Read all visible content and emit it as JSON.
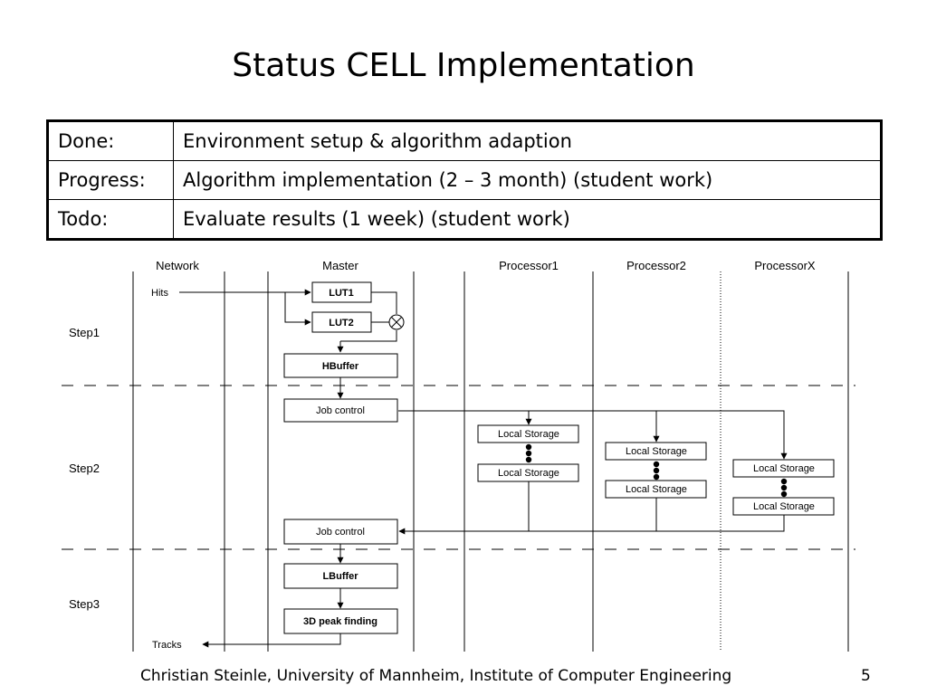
{
  "title": "Status CELL Implementation",
  "status_table": {
    "rows": [
      {
        "label": "Done:",
        "value": "Environment setup & algorithm adaption"
      },
      {
        "label": "Progress:",
        "value": "Algorithm implementation (2 – 3 month) (student work)"
      },
      {
        "label": "Todo:",
        "value": "Evaluate results (1 week) (student work)"
      }
    ]
  },
  "diagram": {
    "lanes": {
      "network": "Network",
      "master": "Master",
      "processor1": "Processor1",
      "processor2": "Processor2",
      "processorx": "ProcessorX"
    },
    "steps": {
      "step1": "Step1",
      "step2": "Step2",
      "step3": "Step3"
    },
    "labels": {
      "hits": "Hits",
      "tracks": "Tracks"
    },
    "boxes": {
      "lut1": "LUT1",
      "lut2": "LUT2",
      "hbuffer": "HBuffer",
      "job_control_out": "Job control",
      "job_control_in": "Job control",
      "lbuffer": "LBuffer",
      "peak_finding": "3D peak finding",
      "local_storage": "Local Storage"
    }
  },
  "footer": {
    "text": "Christian Steinle, University of Mannheim, Institute of Computer Engineering",
    "page": "5"
  }
}
